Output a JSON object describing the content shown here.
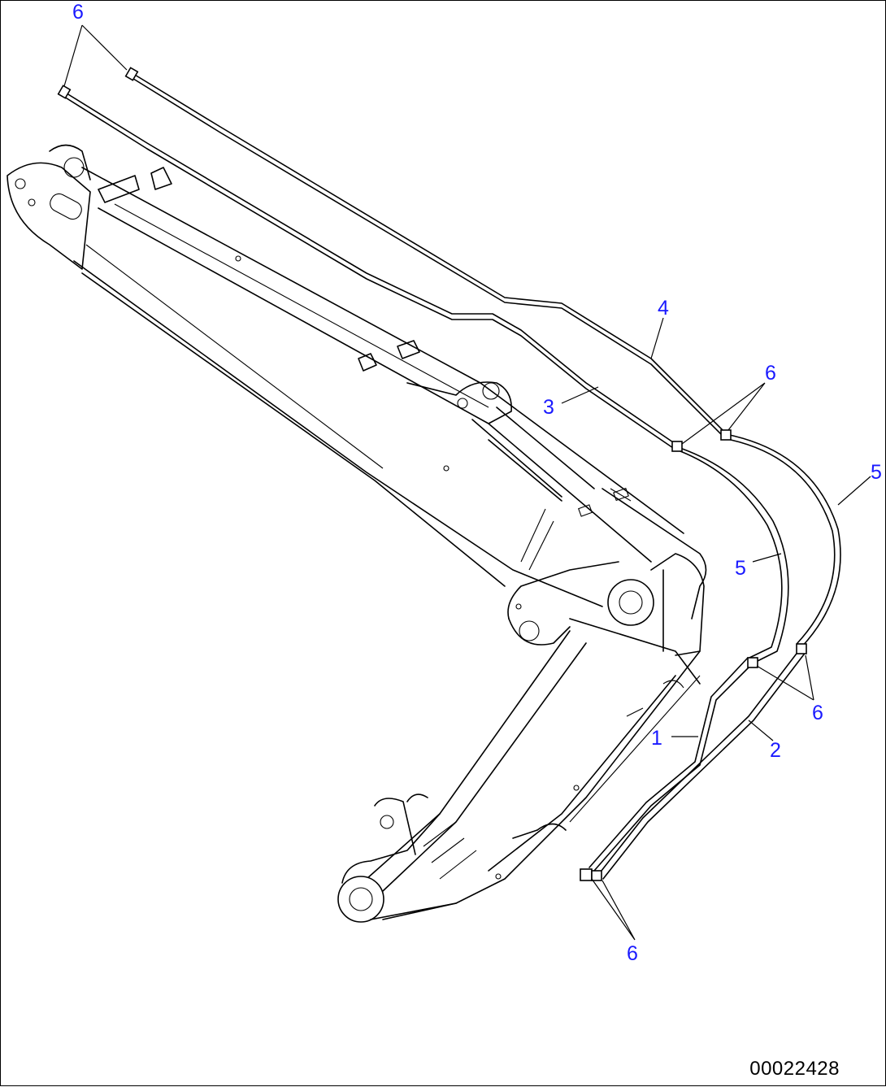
{
  "diagram": {
    "drawing_number": "00022428",
    "callouts": [
      {
        "id": "c6a",
        "label": "6"
      },
      {
        "id": "c4",
        "label": "4"
      },
      {
        "id": "c3",
        "label": "3"
      },
      {
        "id": "c6b",
        "label": "6"
      },
      {
        "id": "c5a",
        "label": "5"
      },
      {
        "id": "c5b",
        "label": "5"
      },
      {
        "id": "c6c",
        "label": "6"
      },
      {
        "id": "c1",
        "label": "1"
      },
      {
        "id": "c2",
        "label": "2"
      },
      {
        "id": "c6d",
        "label": "6"
      }
    ]
  }
}
